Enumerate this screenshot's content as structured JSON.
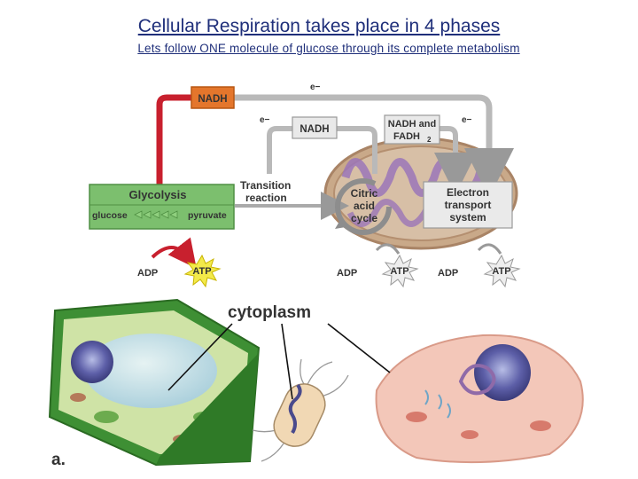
{
  "header": {
    "title": "Cellular Respiration takes place in 4 phases",
    "subtitle": "Lets follow ONE molecule of glucose through its complete metabolism"
  },
  "diagram": {
    "nadh_top": "NADH",
    "electron_top": "e−",
    "electron_left": "e−",
    "nadh_mid": "NADH",
    "nadh_and": "NADH and",
    "fadh": "FADH",
    "fadh_sub": "2",
    "electron_right": "e−",
    "glycolysis": "Glycolysis",
    "glucose": "glucose",
    "pyruvate": "pyruvate",
    "transition_1": "Transition",
    "transition_2": "reaction",
    "citric_1": "Citric",
    "citric_2": "acid",
    "citric_3": "cycle",
    "etc_1": "Electron",
    "etc_2": "transport",
    "etc_3": "system",
    "adp_1": "ADP",
    "atp_1": "ATP",
    "adp_2": "ADP",
    "atp_2": "ATP",
    "adp_3": "ADP",
    "atp_3": "ATP",
    "cytoplasm": "cytoplasm",
    "panel_label": "a."
  }
}
